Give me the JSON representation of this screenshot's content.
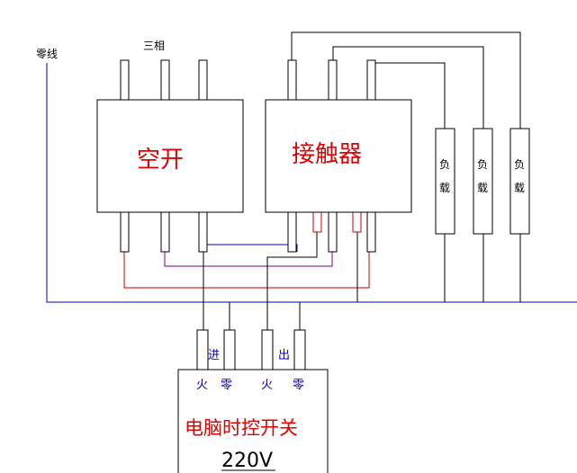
{
  "labels": {
    "neutral_line": "零线",
    "three_phase": "三相",
    "breaker": "空开",
    "contactor": "接触器",
    "load_top": "负",
    "load_bottom": "载",
    "timer_in": "进",
    "timer_out": "出",
    "live": "火",
    "neutral": "零",
    "timer_title": "电脑时控开关",
    "voltage": "220V"
  },
  "colors": {
    "wire_black": "#000000",
    "wire_blue": "#0000cc",
    "wire_red": "#cc0000",
    "wire_purple": "#800080",
    "text_red": "#e00000"
  }
}
